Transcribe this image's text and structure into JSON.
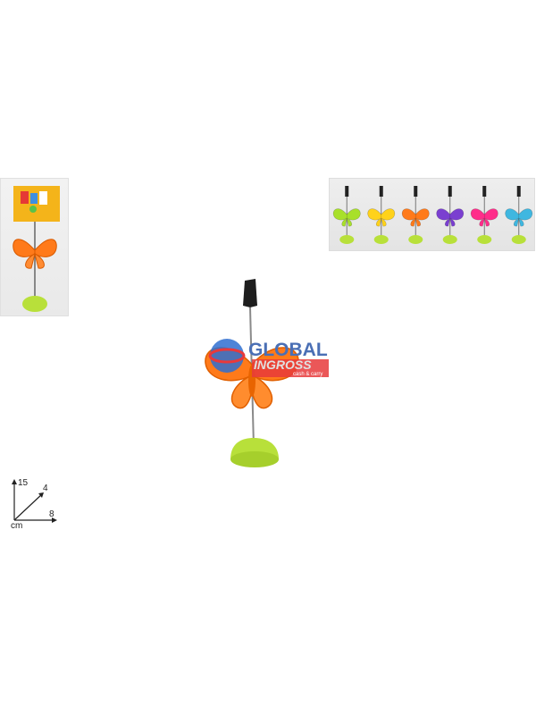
{
  "watermark": {
    "brand_top": "GLOBAL",
    "brand_bottom": "INGROSS",
    "tagline": "cash & carry",
    "brand_color": "#4a6fb5",
    "accent_color": "#e8393b"
  },
  "dimensions": {
    "height": "15",
    "depth": "4",
    "width": "8",
    "unit": "cm"
  },
  "product": {
    "butterfly_color": "#ff7a1a",
    "base_color": "#b8e03a"
  },
  "variants": [
    {
      "color": "#a8e02a"
    },
    {
      "color": "#ffd21a"
    },
    {
      "color": "#ff7a1a"
    },
    {
      "color": "#7a3fd0"
    },
    {
      "color": "#ff2d8a"
    },
    {
      "color": "#3fb7e0"
    }
  ]
}
